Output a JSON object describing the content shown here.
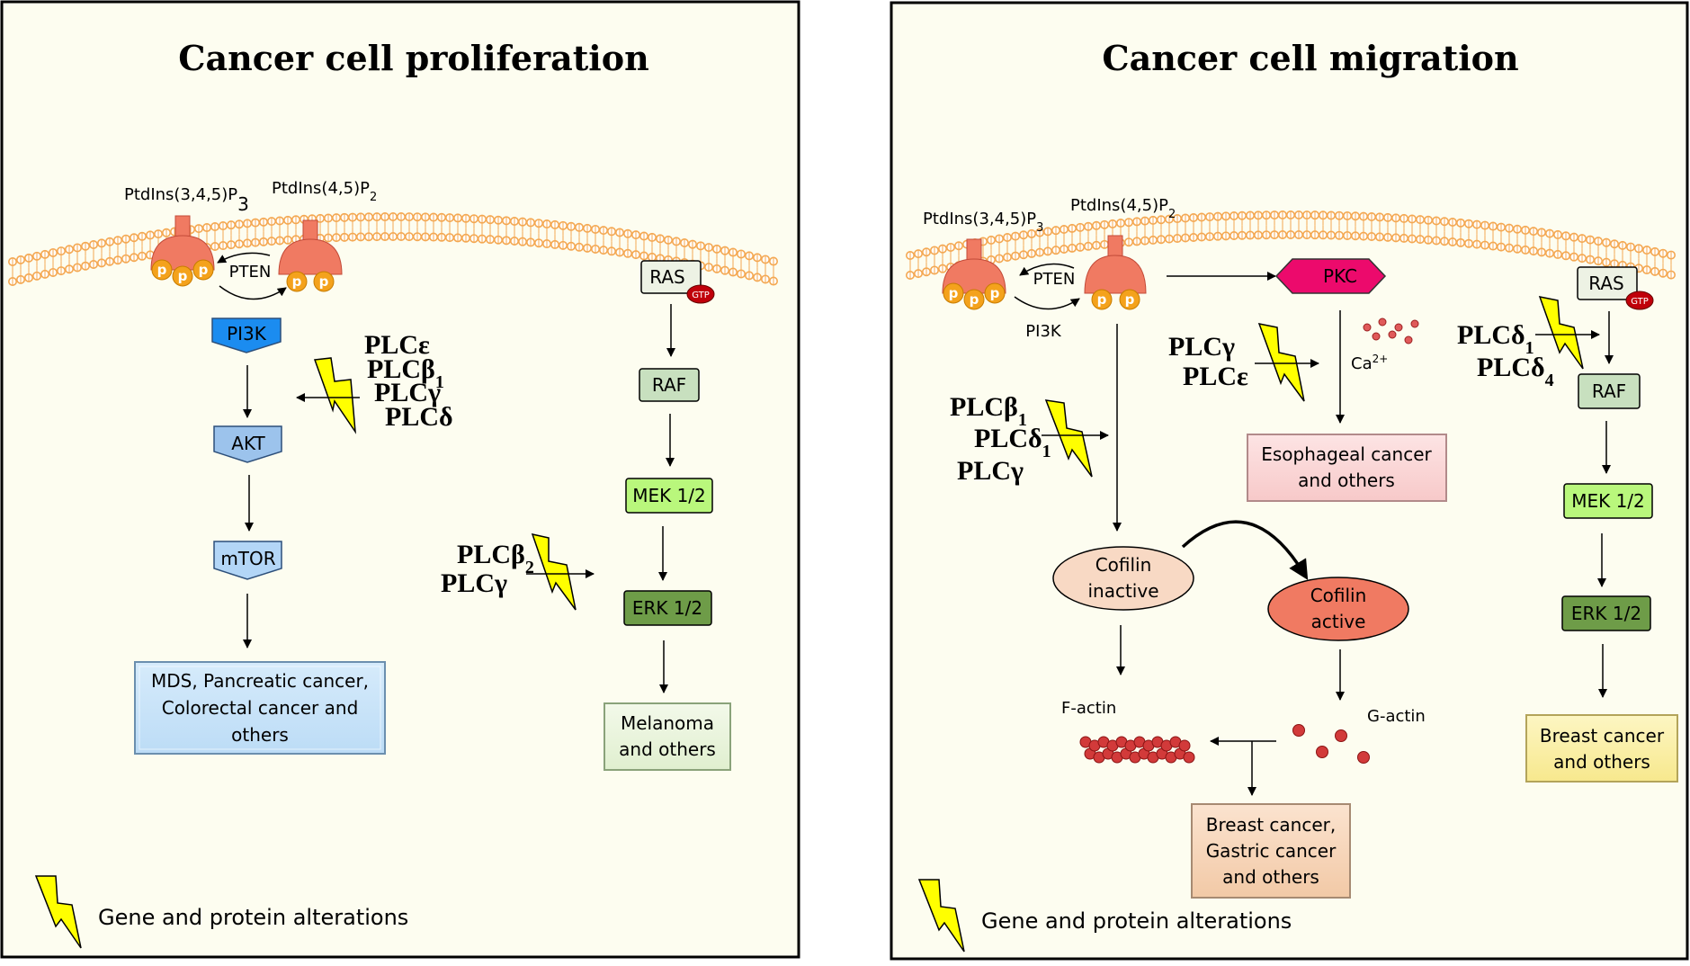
{
  "left": {
    "title": "Cancer cell proliferation",
    "pip3_label": "PtdIns(3,4,5)P",
    "pip3_sub": "3",
    "pip2_label": "PtdIns(4,5)P",
    "pip2_sub": "2",
    "pten": "PTEN",
    "pi3k": "PI3K",
    "akt": "AKT",
    "mtor": "mTOR",
    "outcome1": [
      "MDS, Pancreatic cancer,",
      "Colorectal cancer and",
      "others"
    ],
    "ras": "RAS",
    "gtp": "GTP",
    "raf": "RAF",
    "mek": "MEK 1/2",
    "erk": "ERK 1/2",
    "outcome2": [
      "Melanoma",
      "and others"
    ],
    "plc_akt": {
      "l1": "PLCε",
      "l2": "PLCβ",
      "l2sub": "1",
      "l3": "PLCγ",
      "l4": "PLCδ"
    },
    "plc_erk": {
      "l1": "PLCβ",
      "l1sub": "2",
      "l2": "PLCγ"
    },
    "legend": "Gene and protein alterations",
    "p": "p"
  },
  "right": {
    "title": "Cancer cell migration",
    "pip3_label": "PtdIns(3,4,5)P",
    "pip3_sub": "3",
    "pip2_label": "PtdIns(4,5)P",
    "pip2_sub": "2",
    "pten": "PTEN",
    "pi3k": "PI3K",
    "pkc": "PKC",
    "ca": "Ca",
    "ca_sup": "2+",
    "plc_pkc": {
      "l1": "PLCγ",
      "l2": "PLCε"
    },
    "plc_cof": {
      "l1": "PLCβ",
      "l1sub": "1",
      "l2": "PLCδ",
      "l2sub": "1",
      "l3": "PLCγ"
    },
    "esoph": [
      "Esophageal cancer",
      "and others"
    ],
    "cof_inactive": [
      "Cofilin",
      "inactive"
    ],
    "cof_active": [
      "Cofilin",
      "active"
    ],
    "factin": "F-actin",
    "gactin": "G-actin",
    "breast_gastric": [
      "Breast cancer,",
      "Gastric cancer",
      "and others"
    ],
    "ras": "RAS",
    "gtp": "GTP",
    "raf": "RAF",
    "mek": "MEK 1/2",
    "erk": "ERK 1/2",
    "plc_ras": {
      "l1": "PLCδ",
      "l1sub": "1",
      "l2": "PLCδ",
      "l2sub": "4"
    },
    "breast": [
      "Breast cancer",
      "and others"
    ],
    "legend": "Gene and protein alterations",
    "p": "p"
  },
  "colors": {
    "panel_bg": "#fdfdf0",
    "membrane": "#f4a852",
    "receptor": "#f07a62",
    "phosphate": "#f4a21c",
    "pi3k": "#1b8cf0",
    "akt": "#9cc3ec",
    "mtor": "#b3d6f7",
    "ras": "#edf2e4",
    "raf": "#c8e0bf",
    "mek": "#b9f77c",
    "erk": "#6e9c48",
    "pkc": "#ec0a6c",
    "bolt": "#ffff00"
  }
}
